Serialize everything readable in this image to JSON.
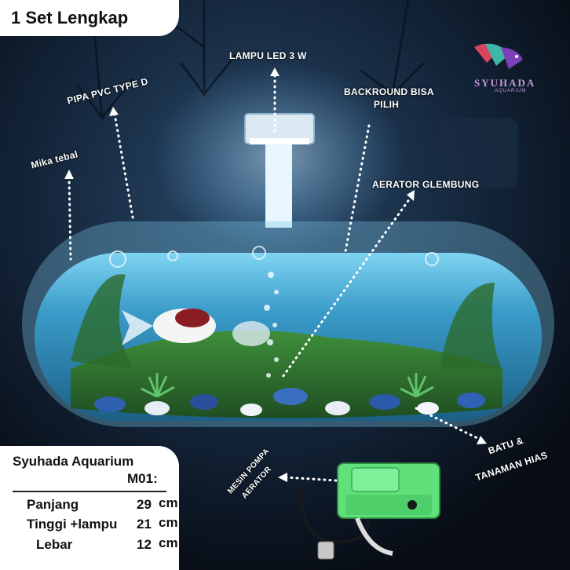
{
  "title": "1 Set Lengkap",
  "logo": {
    "name": "SYUHADA",
    "sub": "AQUARIUM"
  },
  "labels": {
    "lampu": "LAMPU LED 3 W",
    "pipa": "PIPA PVC TYPE D",
    "backround_1": "BACKROUND BISA",
    "backround_2": "PILIH",
    "mika": "Mika tebal",
    "aerator": "AERATOR GLEMBUNG",
    "batu_1": "BATU &",
    "batu_2": "TANAMAN HIAS",
    "mesin_1": "MESIN POMPA",
    "mesin_2": "AERATOR"
  },
  "spec": {
    "title": "Syuhada Aquarium",
    "model": "M01:",
    "rows": [
      {
        "key": "Panjang",
        "value": "29",
        "unit": "cm"
      },
      {
        "key": "Tinggi +lampu",
        "value": "21",
        "unit": "cm"
      },
      {
        "key": "Lebar",
        "value": "12",
        "unit": "cm"
      }
    ]
  },
  "colors": {
    "water": "#3aa6d8",
    "gravel": "#2f7d3a",
    "label": "#ffffff",
    "panel": "#ffffff"
  }
}
